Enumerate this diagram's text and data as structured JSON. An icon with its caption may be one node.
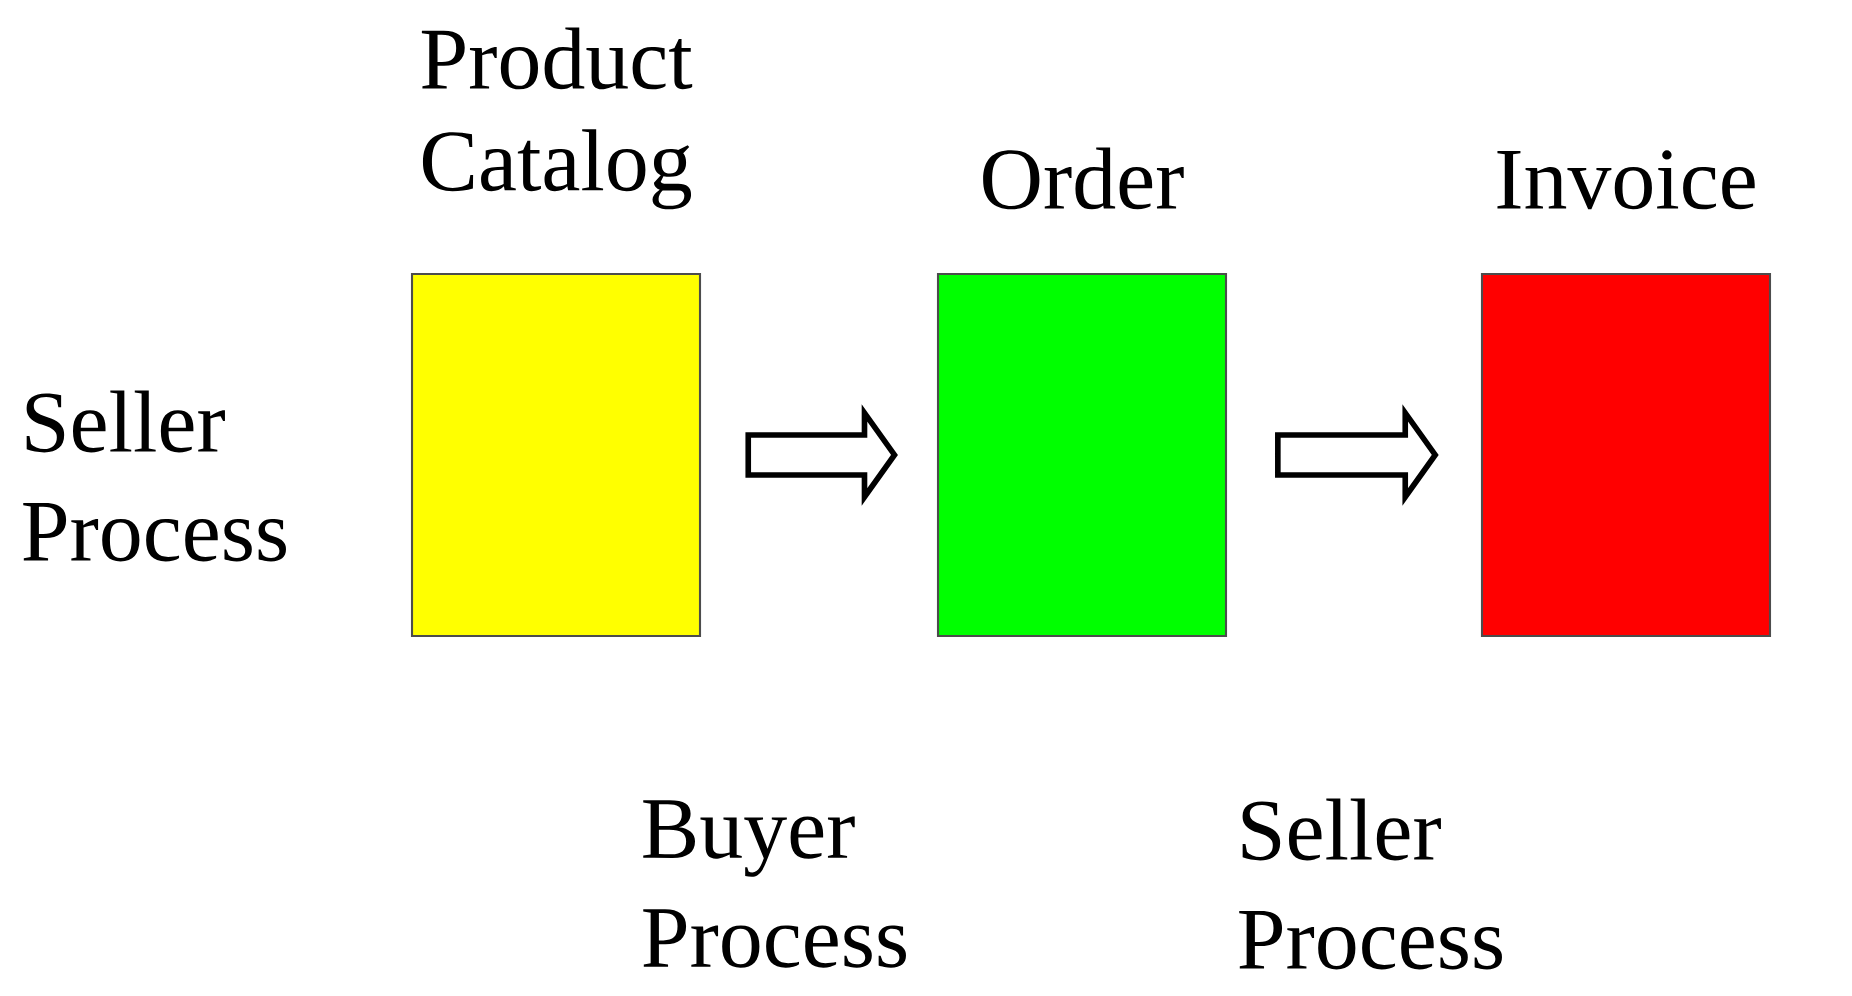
{
  "diagram": {
    "nodes": [
      {
        "text": [
          "Product Catalog"
        ]
      },
      {
        "text": [
          "Order"
        ]
      },
      {
        "text": [
          "Invoice"
        ]
      }
    ],
    "edges": [
      {
        "from": 0,
        "to": 1,
        "arrow": "to"
      },
      {
        "from": 1,
        "to": 2,
        "arrow": "to"
      }
    ],
    "labels": [
      "Seller Process",
      "Buyer Process",
      "Seller Process"
    ]
  }
}
